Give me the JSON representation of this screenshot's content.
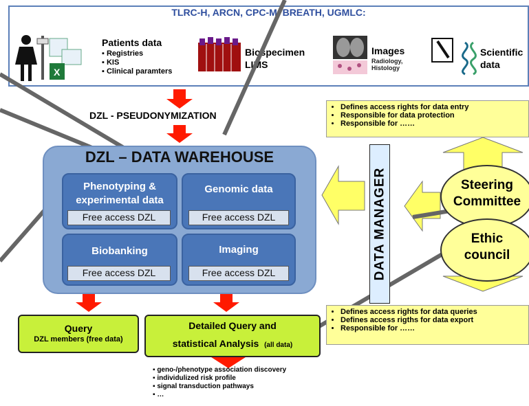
{
  "header": {
    "title": "TLRC-H, ARCN, CPC-M, BREATH, UGMLC:",
    "patients": {
      "title": "Patients data",
      "items": [
        "Registries",
        "KIS",
        "Clinical paramters"
      ]
    },
    "biospecimen": {
      "line1": "Biospecimen",
      "line2": "LIMS"
    },
    "images": {
      "title": "Images",
      "sub1": "Radiology,",
      "sub2": "Histology"
    },
    "scientific": {
      "line1": "Scientific",
      "line2": "data"
    }
  },
  "pseudonymization": "DZL - PSEUDONYMIZATION",
  "warehouse": {
    "title": "DZL – DATA WAREHOUSE",
    "tiles": [
      {
        "label_line1": "Phenotyping &",
        "label_line2": "experimental data",
        "access": "Free access DZL"
      },
      {
        "label_line1": "Genomic data",
        "label_line2": "",
        "access": "Free access DZL"
      },
      {
        "label_line1": "Biobanking",
        "label_line2": "",
        "access": "Free access DZL"
      },
      {
        "label_line1": "Imaging",
        "label_line2": "",
        "access": "Free access DZL"
      }
    ]
  },
  "query": {
    "title": "Query",
    "sub": "DZL members (free data)"
  },
  "detailed_query": {
    "line1": "Detailed Query and",
    "line2": "statistical Analysis",
    "sub": "(all data)"
  },
  "results": [
    "geno-/phenotype association discovery",
    "individulized  risk profile",
    "signal transduction pathways",
    "…"
  ],
  "top_note": [
    "Defines access rights  for data entry",
    "Responsible for data protection",
    "Responsible for ……"
  ],
  "bottom_note": [
    "Defines access rights for data queries",
    "Defines access rigths for data export",
    "Responsible for ……"
  ],
  "data_manager": "DATA MANAGER",
  "steering": {
    "line1": "Steering",
    "line2": "Committee"
  },
  "ethic": {
    "line1": "Ethic",
    "line2": "council"
  },
  "colors": {
    "accent": "#2e4e9e",
    "warehouse": "#8aa9d3",
    "tile": "#4a76b8",
    "query": "#c8f03a",
    "note": "#ffff99",
    "arrow_red": "#ff1a00"
  }
}
